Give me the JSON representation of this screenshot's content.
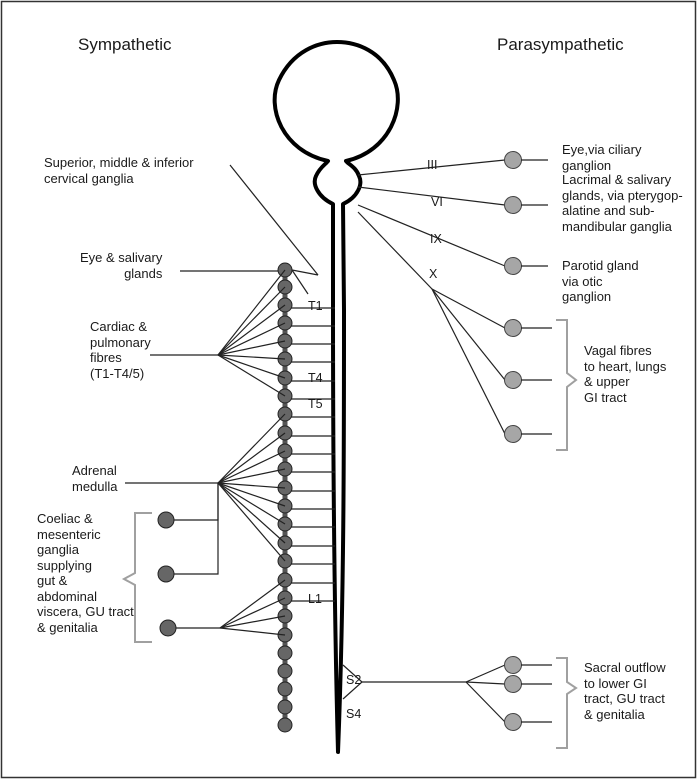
{
  "headers": {
    "left": "Sympathetic",
    "right": "Parasympathetic"
  },
  "labels": {
    "cervical_ganglia": [
      "Superior, middle & inferior",
      "cervical ganglia"
    ],
    "eye_salivary": [
      "Eye & salivary",
      "glands"
    ],
    "cardiac": [
      "Cardiac &",
      "pulmonary",
      "fibres",
      "(T1-T4/5)"
    ],
    "adrenal": [
      "Adrenal",
      "medulla"
    ],
    "coeliac": [
      "Coeliac &",
      "mesenteric",
      "ganglia",
      "supplying",
      "gut &",
      "abdominal",
      "viscera, GU tract",
      "& genitalia"
    ],
    "eye_ciliary": [
      "Eye,via ciliary",
      "ganglion"
    ],
    "lacrimal": [
      "Lacrimal & salivary",
      "glands, via pterygop-",
      "alatine and sub-",
      "mandibular ganglia"
    ],
    "parotid": [
      "Parotid gland",
      "via otic",
      "ganglion"
    ],
    "vagal": [
      "Vagal fibres",
      "to heart, lungs",
      "& upper",
      "GI tract"
    ],
    "sacral": [
      "Sacral outflow",
      "to lower GI",
      "tract, GU tract",
      "& genitalia"
    ]
  },
  "nerves": {
    "III": "III",
    "VI": "VI",
    "IX": "IX",
    "X": "X"
  },
  "segments": {
    "T1": "T1",
    "T4": "T4",
    "T5": "T5",
    "L1": "L1",
    "S2": "S2",
    "S4": "S4"
  },
  "colors": {
    "line": "#222222",
    "sympathetic_ganglion": "#666666",
    "parasympathetic_ganglion": "#a6a6a6",
    "bracket": "#a0a0a0",
    "chain": "#555555"
  }
}
